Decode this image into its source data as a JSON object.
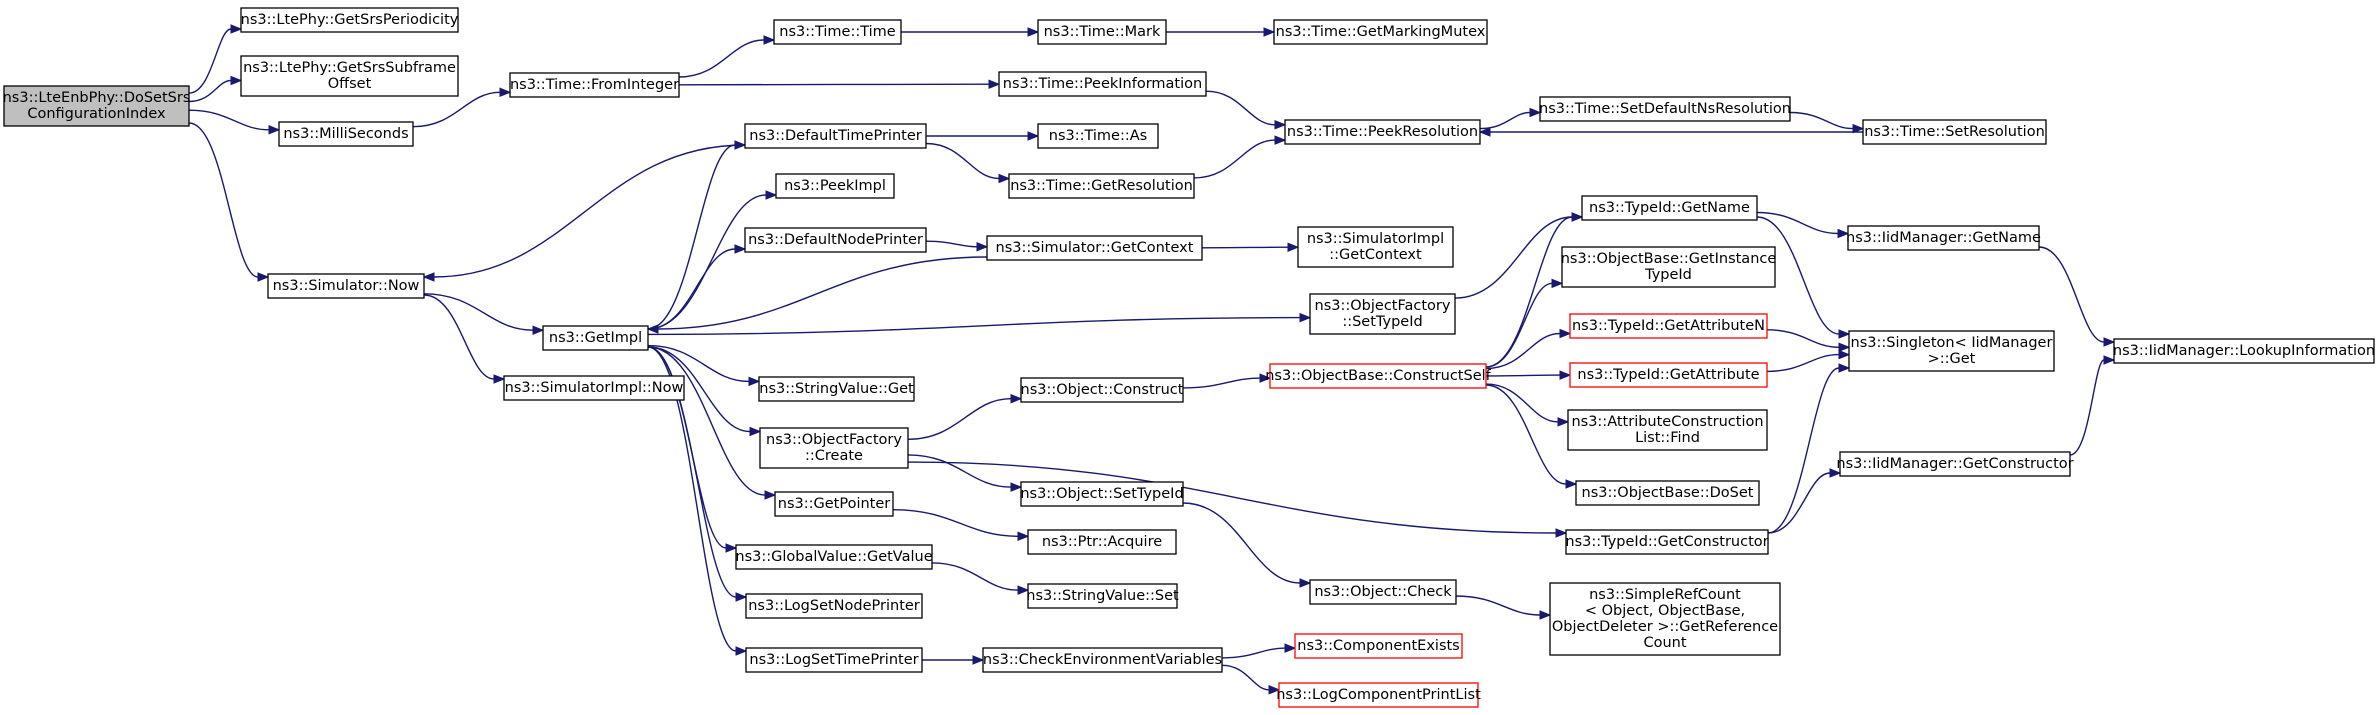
{
  "colors": {
    "edge": "#191970",
    "border_normal": "#000000",
    "border_truncated": "#ff0000",
    "fill_root": "#bfbfbf",
    "fill_normal": "#ffffff"
  },
  "nodes": {
    "root": {
      "lines": [
        "ns3::LteEnbPhy::DoSetSrs",
        "ConfigurationIndex"
      ],
      "root": true
    },
    "getSrsPeriodicity": {
      "lines": [
        "ns3::LtePhy::GetSrsPeriodicity"
      ]
    },
    "getSrsSubframeOffset": {
      "lines": [
        "ns3::LtePhy::GetSrsSubframe",
        "Offset"
      ]
    },
    "milliSeconds": {
      "lines": [
        "ns3::MilliSeconds"
      ]
    },
    "simulatorNow": {
      "lines": [
        "ns3::Simulator::Now"
      ]
    },
    "timeFromInteger": {
      "lines": [
        "ns3::Time::FromInteger"
      ]
    },
    "timeTime": {
      "lines": [
        "ns3::Time::Time"
      ]
    },
    "timeMark": {
      "lines": [
        "ns3::Time::Mark"
      ]
    },
    "getMarkingMutex": {
      "lines": [
        "ns3::Time::GetMarkingMutex"
      ]
    },
    "peekInformation": {
      "lines": [
        "ns3::Time::PeekInformation"
      ]
    },
    "defaultTimePrinter": {
      "lines": [
        "ns3::DefaultTimePrinter"
      ]
    },
    "timeAs": {
      "lines": [
        "ns3::Time::As"
      ]
    },
    "getResolution": {
      "lines": [
        "ns3::Time::GetResolution"
      ]
    },
    "peekResolution": {
      "lines": [
        "ns3::Time::PeekResolution"
      ]
    },
    "setDefaultNsResolution": {
      "lines": [
        "ns3::Time::SetDefaultNsResolution"
      ]
    },
    "setResolution": {
      "lines": [
        "ns3::Time::SetResolution"
      ]
    },
    "peekImpl": {
      "lines": [
        "ns3::PeekImpl"
      ]
    },
    "defaultNodePrinter": {
      "lines": [
        "ns3::DefaultNodePrinter"
      ]
    },
    "simulatorGetContext": {
      "lines": [
        "ns3::Simulator::GetContext"
      ]
    },
    "simulatorImplGetContext": {
      "lines": [
        "ns3::SimulatorImpl",
        "::GetContext"
      ]
    },
    "getImpl": {
      "lines": [
        "ns3::GetImpl"
      ]
    },
    "simulatorImplNow": {
      "lines": [
        "ns3::SimulatorImpl::Now"
      ]
    },
    "objectFactorySetTypeId": {
      "lines": [
        "ns3::ObjectFactory",
        "::SetTypeId"
      ]
    },
    "typeIdGetName": {
      "lines": [
        "ns3::TypeId::GetName"
      ]
    },
    "iidManagerGetName": {
      "lines": [
        "ns3::IidManager::GetName"
      ]
    },
    "getInstanceTypeId": {
      "lines": [
        "ns3::ObjectBase::GetInstance",
        "TypeId"
      ]
    },
    "getAttributeN": {
      "lines": [
        "ns3::TypeId::GetAttributeN"
      ],
      "truncated": true
    },
    "singletonGet": {
      "lines": [
        "ns3::Singleton< IidManager",
        " >::Get"
      ]
    },
    "lookupInformation": {
      "lines": [
        "ns3::IidManager::LookupInformation"
      ]
    },
    "stringValueGet": {
      "lines": [
        "ns3::StringValue::Get"
      ]
    },
    "objectConstruct": {
      "lines": [
        "ns3::Object::Construct"
      ]
    },
    "constructSelf": {
      "lines": [
        "ns3::ObjectBase::ConstructSelf"
      ],
      "truncated": true
    },
    "getAttribute": {
      "lines": [
        "ns3::TypeId::GetAttribute"
      ],
      "truncated": true
    },
    "attrConstructionListFind": {
      "lines": [
        "ns3::AttributeConstruction",
        "List::Find"
      ]
    },
    "objectFactoryCreate": {
      "lines": [
        "ns3::ObjectFactory",
        "::Create"
      ]
    },
    "iidManagerGetConstructor": {
      "lines": [
        "ns3::IidManager::GetConstructor"
      ]
    },
    "objectSetTypeId": {
      "lines": [
        "ns3::Object::SetTypeId"
      ]
    },
    "objectBaseDoSet": {
      "lines": [
        "ns3::ObjectBase::DoSet"
      ]
    },
    "getPointer": {
      "lines": [
        "ns3::GetPointer"
      ]
    },
    "ptrAcquire": {
      "lines": [
        "ns3::Ptr::Acquire"
      ]
    },
    "typeIdGetConstructor": {
      "lines": [
        "ns3::TypeId::GetConstructor"
      ]
    },
    "globalValueGetValue": {
      "lines": [
        "ns3::GlobalValue::GetValue"
      ]
    },
    "stringValueSet": {
      "lines": [
        "ns3::StringValue::Set"
      ]
    },
    "objectCheck": {
      "lines": [
        "ns3::Object::Check"
      ]
    },
    "simpleRefCount": {
      "lines": [
        "ns3::SimpleRefCount",
        "< Object, ObjectBase,",
        " ObjectDeleter >::GetReference",
        "Count"
      ]
    },
    "logSetNodePrinter": {
      "lines": [
        "ns3::LogSetNodePrinter"
      ]
    },
    "logSetTimePrinter": {
      "lines": [
        "ns3::LogSetTimePrinter"
      ]
    },
    "checkEnvVars": {
      "lines": [
        "ns3::CheckEnvironmentVariables"
      ]
    },
    "componentExists": {
      "lines": [
        "ns3::ComponentExists"
      ],
      "truncated": true
    },
    "logComponentPrintList": {
      "lines": [
        "ns3::LogComponentPrintList"
      ],
      "truncated": true
    }
  },
  "edges": [
    [
      "root",
      "getSrsPeriodicity"
    ],
    [
      "root",
      "getSrsSubframeOffset"
    ],
    [
      "root",
      "milliSeconds"
    ],
    [
      "root",
      "simulatorNow"
    ],
    [
      "milliSeconds",
      "timeFromInteger"
    ],
    [
      "timeFromInteger",
      "timeTime"
    ],
    [
      "timeFromInteger",
      "peekInformation"
    ],
    [
      "timeTime",
      "timeMark"
    ],
    [
      "timeMark",
      "getMarkingMutex"
    ],
    [
      "peekInformation",
      "peekResolution"
    ],
    [
      "simulatorNow",
      "getImpl"
    ],
    [
      "simulatorNow",
      "simulatorImplNow"
    ],
    [
      "getImpl",
      "defaultTimePrinter"
    ],
    [
      "getImpl",
      "peekImpl"
    ],
    [
      "getImpl",
      "defaultNodePrinter"
    ],
    [
      "getImpl",
      "stringValueGet"
    ],
    [
      "getImpl",
      "objectFactoryCreate"
    ],
    [
      "getImpl",
      "getPointer"
    ],
    [
      "getImpl",
      "globalValueGetValue"
    ],
    [
      "getImpl",
      "logSetNodePrinter"
    ],
    [
      "getImpl",
      "logSetTimePrinter"
    ],
    [
      "getImpl",
      "objectFactorySetTypeId"
    ],
    [
      "defaultTimePrinter",
      "simulatorNow"
    ],
    [
      "defaultTimePrinter",
      "timeAs"
    ],
    [
      "defaultTimePrinter",
      "getResolution"
    ],
    [
      "getResolution",
      "peekResolution"
    ],
    [
      "peekResolution",
      "setDefaultNsResolution"
    ],
    [
      "setDefaultNsResolution",
      "setResolution"
    ],
    [
      "setResolution",
      "peekResolution"
    ],
    [
      "defaultNodePrinter",
      "simulatorGetContext"
    ],
    [
      "simulatorGetContext",
      "simulatorImplGetContext"
    ],
    [
      "simulatorGetContext",
      "getImpl"
    ],
    [
      "objectFactorySetTypeId",
      "typeIdGetName"
    ],
    [
      "typeIdGetName",
      "iidManagerGetName"
    ],
    [
      "typeIdGetName",
      "singletonGet"
    ],
    [
      "iidManagerGetName",
      "lookupInformation"
    ],
    [
      "objectFactoryCreate",
      "objectConstruct"
    ],
    [
      "objectFactoryCreate",
      "objectSetTypeId"
    ],
    [
      "objectFactoryCreate",
      "typeIdGetConstructor"
    ],
    [
      "objectConstruct",
      "constructSelf"
    ],
    [
      "constructSelf",
      "typeIdGetName"
    ],
    [
      "constructSelf",
      "getInstanceTypeId"
    ],
    [
      "constructSelf",
      "getAttributeN"
    ],
    [
      "constructSelf",
      "getAttribute"
    ],
    [
      "constructSelf",
      "attrConstructionListFind"
    ],
    [
      "constructSelf",
      "objectBaseDoSet"
    ],
    [
      "getAttributeN",
      "singletonGet"
    ],
    [
      "getAttribute",
      "singletonGet"
    ],
    [
      "typeIdGetConstructor",
      "iidManagerGetConstructor"
    ],
    [
      "typeIdGetConstructor",
      "singletonGet"
    ],
    [
      "iidManagerGetConstructor",
      "lookupInformation"
    ],
    [
      "objectSetTypeId",
      "objectCheck"
    ],
    [
      "objectCheck",
      "simpleRefCount"
    ],
    [
      "getPointer",
      "ptrAcquire"
    ],
    [
      "globalValueGetValue",
      "stringValueSet"
    ],
    [
      "logSetTimePrinter",
      "checkEnvVars"
    ],
    [
      "checkEnvVars",
      "componentExists"
    ],
    [
      "checkEnvVars",
      "logComponentPrintList"
    ]
  ]
}
